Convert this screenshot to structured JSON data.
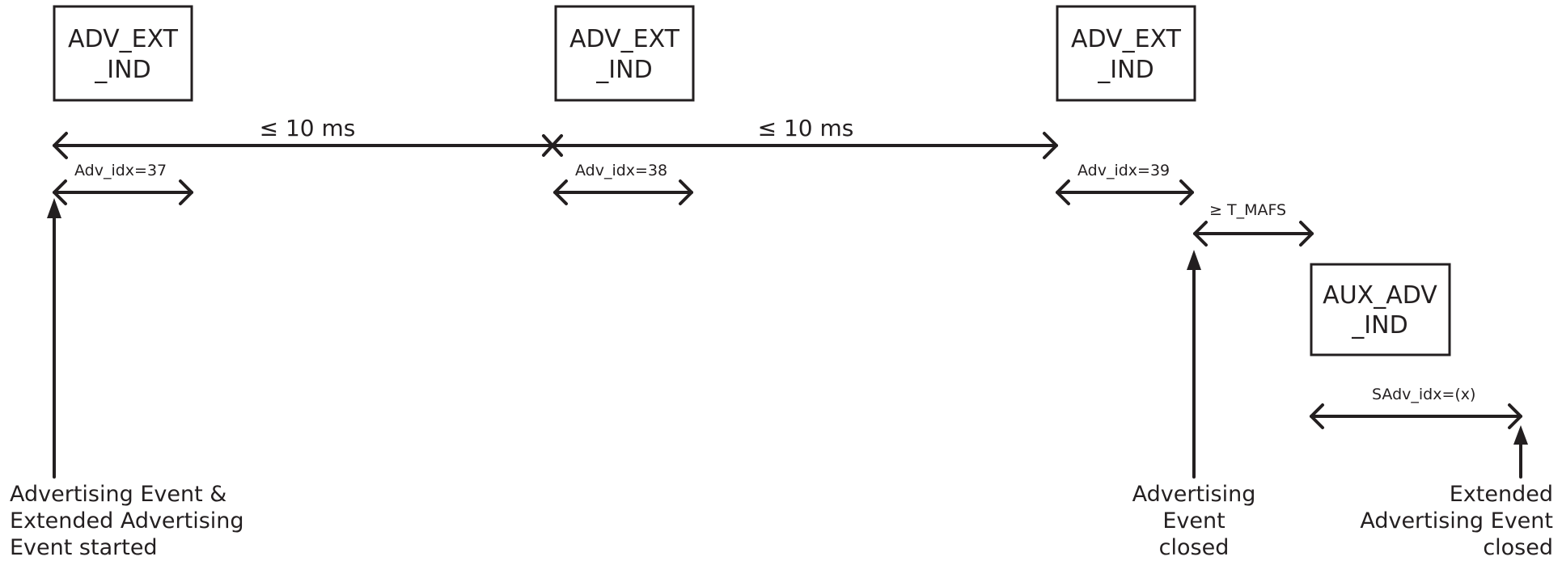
{
  "packets": [
    {
      "line1": "ADV_EXT",
      "line2": "_IND"
    },
    {
      "line1": "ADV_EXT",
      "line2": "_IND"
    },
    {
      "line1": "ADV_EXT",
      "line2": "_IND"
    },
    {
      "line1": "AUX_ADV",
      "line2": "_IND"
    }
  ],
  "intervals": [
    {
      "label": "≤ 10 ms"
    },
    {
      "label": "≤ 10 ms"
    }
  ],
  "index_labels": [
    {
      "label": "Adv_idx=37"
    },
    {
      "label": "Adv_idx=38"
    },
    {
      "label": "Adv_idx=39"
    },
    {
      "label": "SAdv_idx=(x)"
    }
  ],
  "mafs_label": "≥ T_MAFS",
  "events": [
    {
      "lines": [
        "Advertising Event &",
        "Extended Advertising",
        "Event started"
      ]
    },
    {
      "lines": [
        "Advertising",
        "Event",
        "closed"
      ]
    },
    {
      "lines": [
        "Extended",
        "Advertising Event",
        "closed"
      ]
    }
  ]
}
